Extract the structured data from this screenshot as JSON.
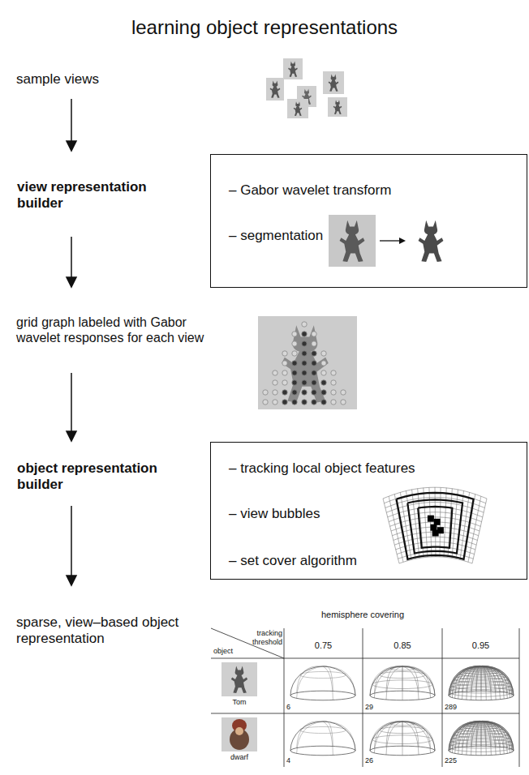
{
  "diagram": {
    "title": "learning object representations",
    "nodes": [
      {
        "text": [
          "view representation builder",
          "– Gabor wavelet transform",
          "– segmentation"
        ]
      },
      {
        "text": [
          "object representation builder",
          "– tracking local object features",
          "– view bubbles",
          "– set cover algorithm"
        ]
      }
    ],
    "labels": [
      "sample views",
      "grid graph labeled with Gabor wavelet responses for each view",
      "sparse, view–based object representation",
      "hemisphere covering",
      "tracking threshold",
      "object",
      "0.75",
      "0.85",
      "0.95",
      "Tom",
      "6",
      "29",
      "289",
      "dwarf",
      "4",
      "26",
      "225"
    ]
  }
}
